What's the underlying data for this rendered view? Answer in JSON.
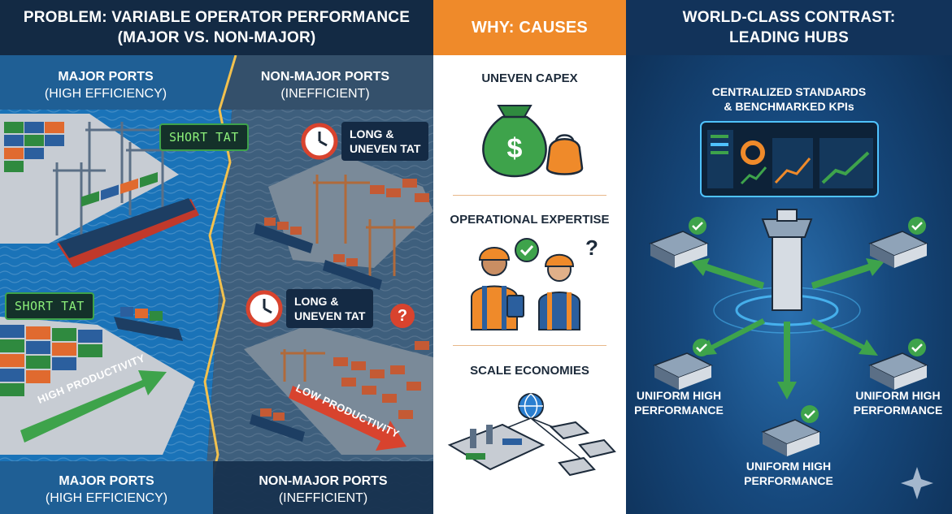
{
  "problem": {
    "title_line1": "PROBLEM: VARIABLE OPERATOR PERFORMANCE",
    "title_line2": "(MAJOR VS. NON-MAJOR)",
    "major_top": {
      "bold": "MAJOR PORTS",
      "sub": "(HIGH EFFICIENCY)"
    },
    "nonmajor_top": {
      "bold": "NON-MAJOR PORTS",
      "sub": "(INEFFICIENT)"
    },
    "short_tat_1": "SHORT TAT",
    "short_tat_2": "SHORT TAT",
    "long_tat_1_l1": "LONG &",
    "long_tat_1_l2": "UNEVEN TAT",
    "long_tat_2_l1": "LONG &",
    "long_tat_2_l2": "UNEVEN TAT",
    "high_productivity": "HIGH PRODUCTIVITY",
    "low_productivity": "LOW PRODUCTIVITY",
    "question_mark": "?",
    "major_bottom": {
      "bold": "MAJOR PORTS",
      "sub": "(HIGH EFFICIENCY)"
    },
    "nonmajor_bottom": {
      "bold": "NON-MAJOR PORTS",
      "sub": "(INEFFICIENT)"
    }
  },
  "causes": {
    "title": "WHY: CAUSES",
    "cause1": "UNEVEN CAPEX",
    "cause2": "OPERATIONAL EXPERTISE",
    "cause3": "SCALE ECONOMIES",
    "dollar": "$",
    "question_mark": "?"
  },
  "contrast": {
    "title_line1": "WORLD-CLASS CONTRAST:",
    "title_line2": "LEADING HUBS",
    "subtitle_line1": "CENTRALIZED STANDARDS",
    "subtitle_line2": "& BENCHMARKED KPIs",
    "uniform_left_l1": "UNIFORM HIGH",
    "uniform_left_l2": "PERFORMANCE",
    "uniform_right_l1": "UNIFORM HIGH",
    "uniform_right_l2": "PERFORMANCE",
    "uniform_bottom_l1": "UNIFORM HIGH",
    "uniform_bottom_l2": "PERFORMANCE"
  },
  "colors": {
    "accent_orange": "#ef8a2a",
    "navy": "#132a44",
    "success_green": "#3ea34b",
    "alert_red": "#d8432e"
  }
}
